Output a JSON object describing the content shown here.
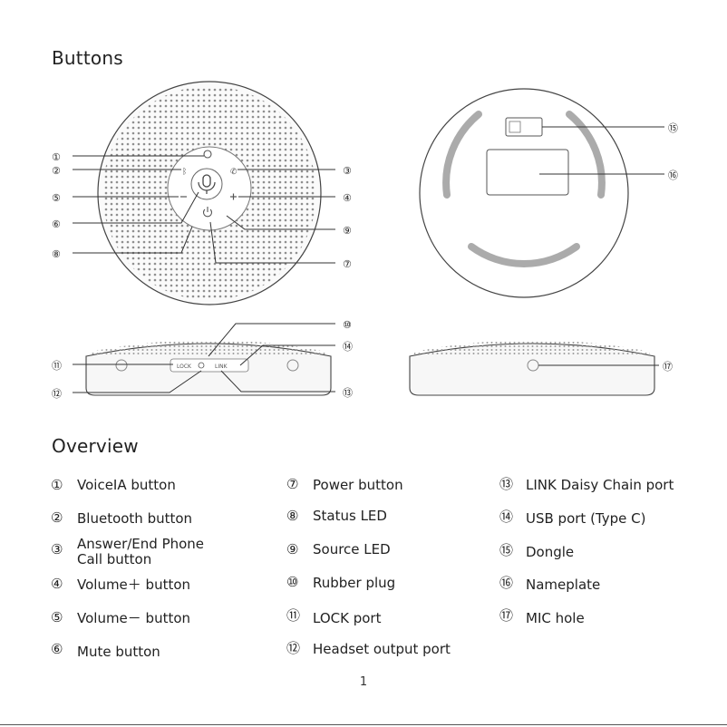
{
  "headings": {
    "buttons": "Buttons",
    "overview": "Overview"
  },
  "callouts": [
    "①",
    "②",
    "③",
    "④",
    "⑤",
    "⑥",
    "⑦",
    "⑧",
    "⑨",
    "⑩",
    "⑪",
    "⑫",
    "⑬",
    "⑭",
    "⑮",
    "⑯",
    "⑰"
  ],
  "port_labels": {
    "lock": "LOCK",
    "link": "LINK"
  },
  "overview": [
    {
      "num": "①",
      "label": "VoiceIA button"
    },
    {
      "num": "②",
      "label": "Bluetooth button"
    },
    {
      "num": "③",
      "label": "Answer/End Phone\nCall button"
    },
    {
      "num": "④",
      "label": "Volume＋ button"
    },
    {
      "num": "⑤",
      "label": "Volume－ button"
    },
    {
      "num": "⑥",
      "label": "Mute button"
    },
    {
      "num": "⑦",
      "label": "Power button"
    },
    {
      "num": "⑧",
      "label": "Status LED"
    },
    {
      "num": "⑨",
      "label": "Source LED"
    },
    {
      "num": "⑩",
      "label": "Rubber plug"
    },
    {
      "num": "⑪",
      "label": "LOCK port"
    },
    {
      "num": "⑫",
      "label": "Headset output port"
    },
    {
      "num": "⑬",
      "label": "LINK Daisy Chain port"
    },
    {
      "num": "⑭",
      "label": "USB port (Type C)"
    },
    {
      "num": "⑮",
      "label": "Dongle"
    },
    {
      "num": "⑯",
      "label": "Nameplate"
    },
    {
      "num": "⑰",
      "label": "MIC hole"
    }
  ],
  "page_number": "1",
  "colors": {
    "line": "#333333",
    "speaker_grey": "#9a9a9a",
    "body_fill": "#f4f4f4"
  }
}
